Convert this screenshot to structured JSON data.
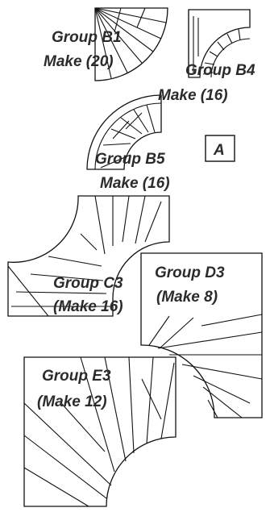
{
  "pieces": {
    "b1": {
      "group": "Group B1",
      "make": "Make (20)"
    },
    "b4": {
      "group": "Group B4",
      "make": "Make (16)"
    },
    "b5": {
      "group": "Group B5",
      "make": "Make (16)"
    },
    "a": {
      "label": "A"
    },
    "c3": {
      "group": "Group C3",
      "make": "(Make 16)"
    },
    "d3": {
      "group": "Group D3",
      "make": "(Make 8)"
    },
    "e3": {
      "group": "Group E3",
      "make": "(Make 12)"
    }
  }
}
